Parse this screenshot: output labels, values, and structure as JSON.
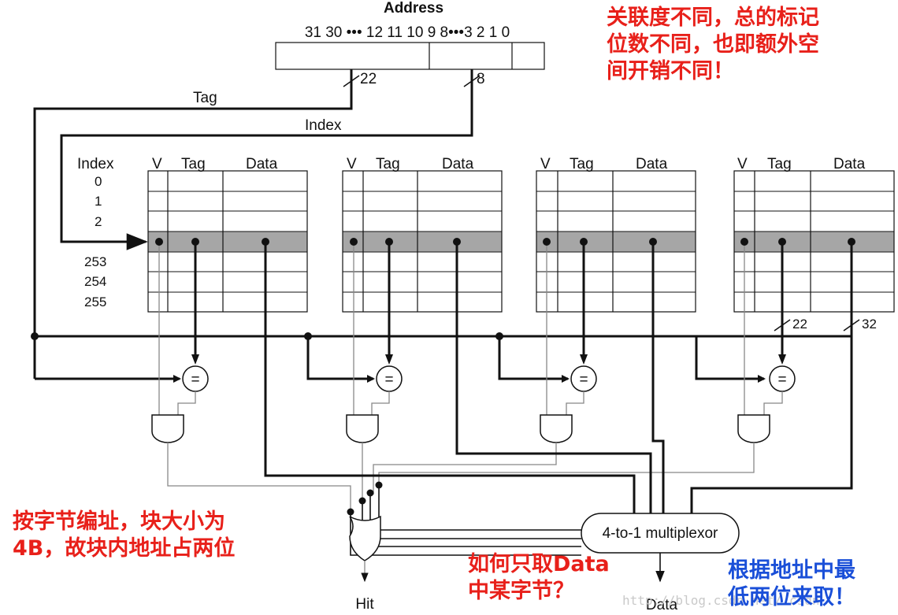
{
  "diagram": {
    "address_title": "Address",
    "address_bits": "31 30 ••• 12 11 10 9 8•••3 2 1 0",
    "tag_width": "22",
    "index_width": "8",
    "tag_label": "Tag",
    "index_label": "Index",
    "column_headers": {
      "index": "Index",
      "valid": "V",
      "tag": "Tag",
      "data": "Data"
    },
    "row_indices_top": [
      "0",
      "1",
      "2"
    ],
    "row_indices_bottom": [
      "253",
      "254",
      "255"
    ],
    "compare_symbol": "=",
    "tag_bus_width": "22",
    "data_bus_width": "32",
    "mux_label": "4-to-1 multiplexor",
    "hit_label": "Hit",
    "data_out_label": "Data"
  },
  "notes": {
    "associativity": [
      "关联度不同，总的标记",
      "位数不同，也即额外空",
      "间开销不同！"
    ],
    "byte_addressing": [
      "按字节编址，块大小为",
      "4B，故块内地址占两位"
    ],
    "byte_question": [
      "如何只取Data",
      "中某字节？"
    ],
    "answer": [
      "根据地址中最",
      "低两位来取！"
    ]
  },
  "colors": {
    "red_note": "#e8201a",
    "blue_note": "#1a4fd8",
    "highlight_row": "#a6a6a6"
  },
  "watermark": "http://blog.csdn.net/…csdn"
}
